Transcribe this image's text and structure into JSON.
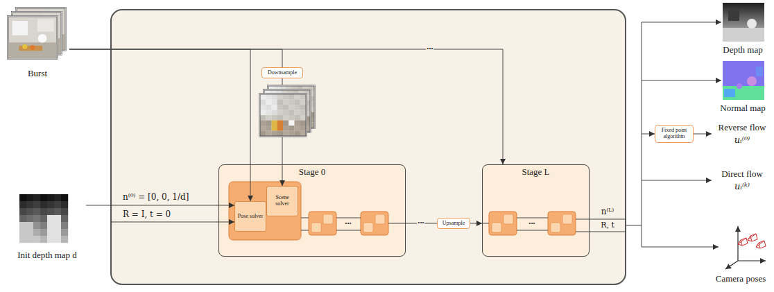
{
  "diagram": {
    "nodes": [
      {
        "text": [
          "Burst"
        ]
      },
      {
        "text": [
          "Init depth map d"
        ]
      },
      {
        "text": [
          "Downsample"
        ]
      },
      {
        "text": [
          "Stage 0"
        ]
      },
      {
        "text": [
          "Pose solver"
        ],
        "in": 3
      },
      {
        "text": [
          "Scene solver"
        ],
        "in": 3
      },
      {
        "text": [
          "Upsample"
        ]
      },
      {
        "text": [
          "Stage L"
        ]
      },
      {
        "text": [
          "Fixed point algorithm"
        ]
      },
      {
        "text": [
          "Depth map"
        ]
      },
      {
        "text": [
          "Normal map"
        ]
      },
      {
        "text": [
          "Reverse flow",
          "uᵢ⁽⁰⁾"
        ]
      },
      {
        "text": [
          "Direct flow",
          "uᵢ⁽ᵏ⁾"
        ]
      },
      {
        "text": [
          "Camera poses"
        ]
      }
    ],
    "edges": [
      {
        "from": 0,
        "to": 4,
        "arrow": "to"
      },
      {
        "from": 0,
        "to": 2,
        "arrow": "none"
      },
      {
        "from": 2,
        "to": 5,
        "arrow": "to"
      },
      {
        "from": 0,
        "to": 7,
        "arrow": "to",
        "label": "•••"
      },
      {
        "from": 1,
        "to": 4,
        "arrow": "to",
        "label": "n⁽⁰⁾ = [0, 0, 1/d]"
      },
      {
        "from": 3,
        "to": 6,
        "arrow": "none",
        "label": "•••"
      },
      {
        "from": 6,
        "to": 7,
        "arrow": "to"
      },
      {
        "from": 8,
        "to": 11,
        "arrow": "to"
      }
    ],
    "labels": [
      "R = I, t = 0",
      "•••",
      "•••",
      "n⁽ᴸ⁾",
      "R, t"
    ]
  }
}
